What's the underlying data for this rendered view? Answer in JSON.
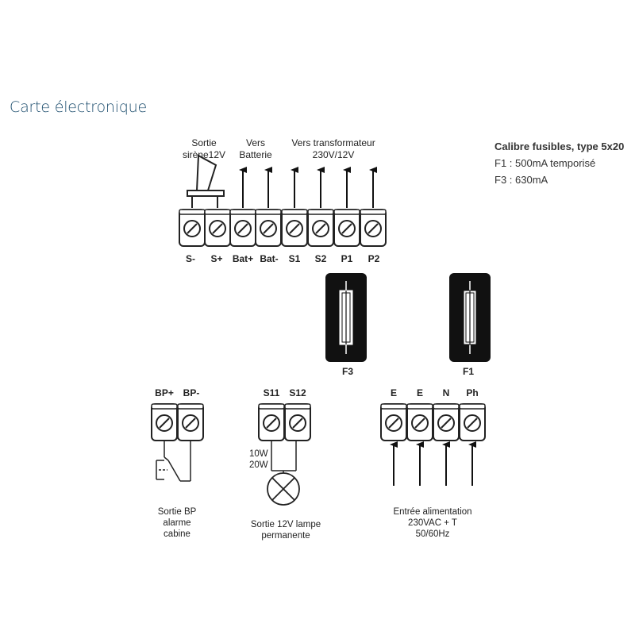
{
  "title": "Carte électronique",
  "fuse_info": {
    "heading": "Calibre fusibles, type 5x20",
    "lines": [
      "F1 : 500mA temporisé",
      "F3 : 630mA"
    ]
  },
  "top_block": {
    "caption_sortie": [
      "Sortie",
      "sirène12V"
    ],
    "caption_batterie": [
      "Vers",
      "Batterie"
    ],
    "caption_transfo": [
      "Vers transformateur",
      "230V/12V"
    ],
    "terminals": [
      "S-",
      "S+",
      "Bat+",
      "Bat-",
      "S1",
      "S2",
      "P1",
      "P2"
    ]
  },
  "fuses": {
    "left": "F3",
    "right": "F1"
  },
  "bp_block": {
    "terminals": [
      "BP+",
      "BP-"
    ],
    "caption": [
      "Sortie BP",
      "alarme",
      "cabine"
    ]
  },
  "lamp_block": {
    "terminals": [
      "S11",
      "S12"
    ],
    "power": [
      "10W",
      "20W"
    ],
    "caption": [
      "Sortie 12V lampe",
      "permanente"
    ]
  },
  "power_block": {
    "terminals": [
      "E",
      "E",
      "N",
      "Ph"
    ],
    "caption": [
      "Entrée alimentation",
      "230VAC + T",
      "50/60Hz"
    ]
  }
}
